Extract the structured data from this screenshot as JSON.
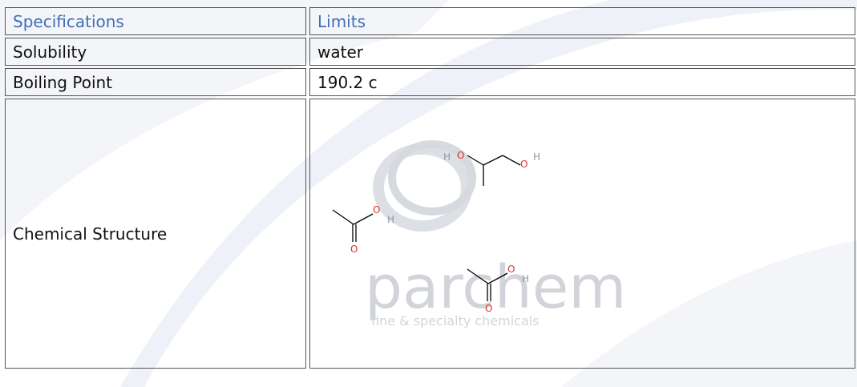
{
  "table": {
    "header": {
      "col1": "Specifications",
      "col2": "Limits"
    },
    "rows": [
      {
        "label": "Solubility",
        "value": "water"
      },
      {
        "label": "Boiling Point",
        "value": "190.2 c"
      }
    ],
    "structure_label": "Chemical Structure"
  },
  "watermark": {
    "brand": "parchem",
    "tagline": "fine & specialty chemicals"
  },
  "structure_atoms": {
    "hydroxyl_h": "H",
    "oxygen": "O"
  },
  "colors": {
    "header_text": "#3f6fb5",
    "border": "#555555",
    "swirl": "#eef1f7",
    "oxygen": "#e0302a",
    "hydrogen": "#8a9aa8",
    "watermark": "#c9cdd3"
  }
}
